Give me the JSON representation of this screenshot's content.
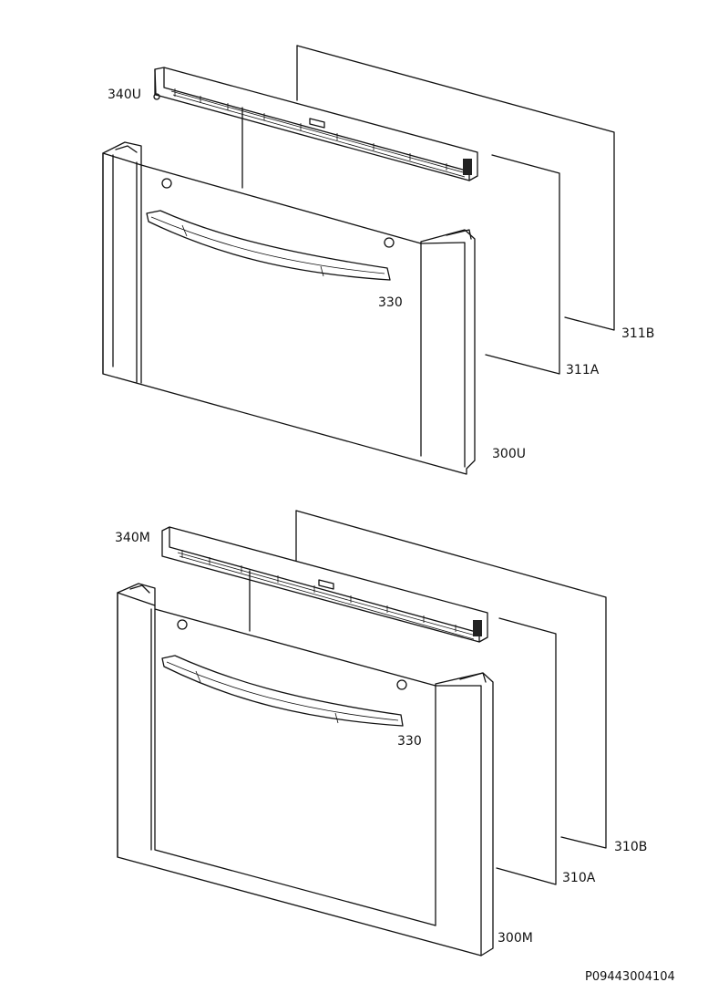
{
  "upper_assembly": {
    "top_trim_label": "340U",
    "handle_label": "330",
    "inner_glass_label": "311A",
    "outer_glass_label": "311B",
    "door_label": "300U"
  },
  "lower_assembly": {
    "top_trim_label": "340M",
    "handle_label": "330",
    "inner_glass_label": "310A",
    "outer_glass_label": "310B",
    "door_label": "300M"
  },
  "drawing_number": "P09443004104"
}
